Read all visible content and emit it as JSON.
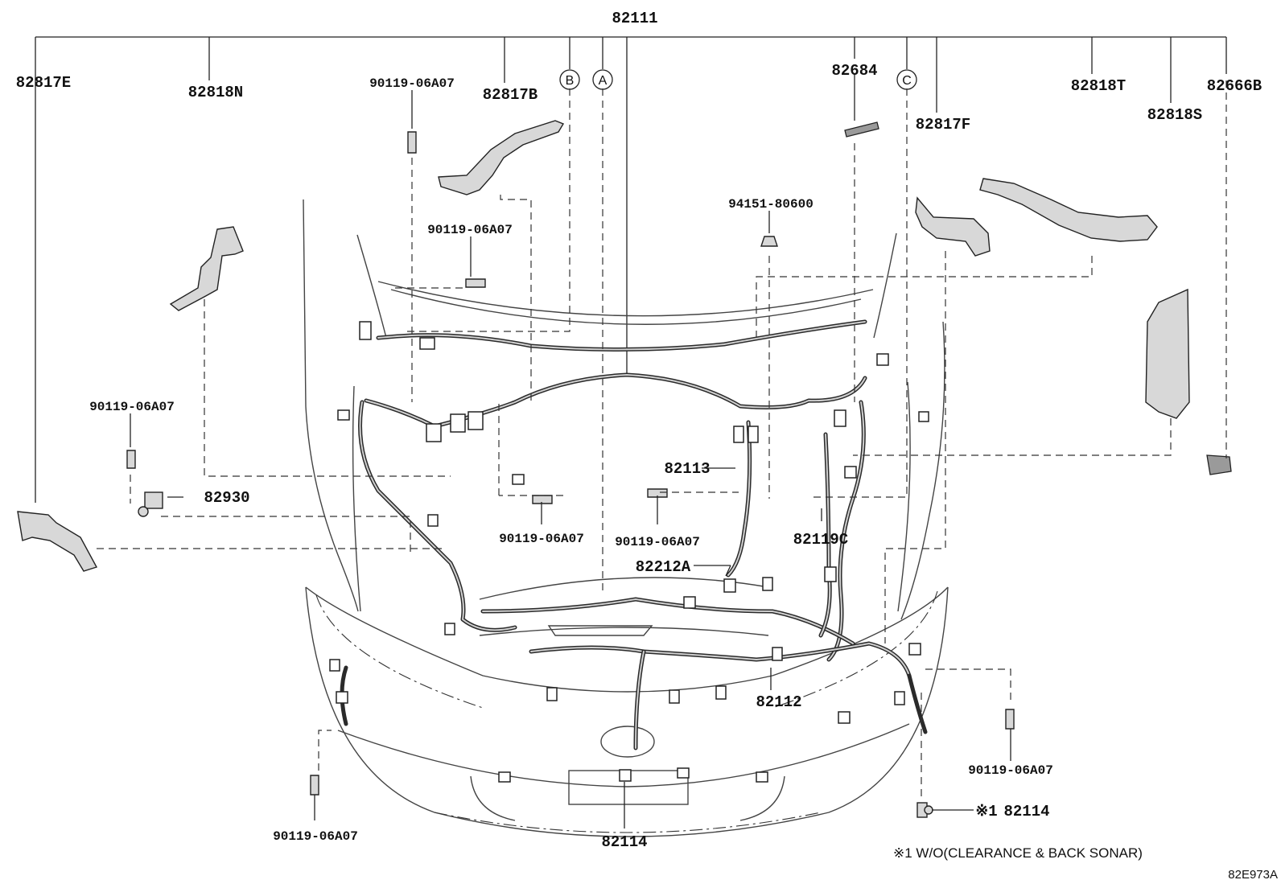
{
  "diagram_code": "82E973A",
  "footnote": "※1 W/O(CLEARANCE & BACK SONAR)",
  "labels": {
    "p82111": "82111",
    "p82817E": "82817E",
    "p82818N": "82818N",
    "bolt_top_left": "90119-06A07",
    "p82817B": "82817B",
    "circle_B": "B",
    "circle_A": "A",
    "p82684": "82684",
    "circle_C": "C",
    "p82817F": "82817F",
    "p82818T": "82818T",
    "p82666B": "82666B",
    "p82818S": "82818S",
    "bolt_center": "90119-06A07",
    "clip_94151": "94151-80600",
    "bolt_left": "90119-06A07",
    "p82930": "82930",
    "p82113": "82113",
    "bolt_mid_left": "90119-06A07",
    "bolt_mid_center": "90119-06A07",
    "p82119C": "82119C",
    "p82212A": "82212A",
    "p82112": "82112",
    "bolt_right": "90119-06A07",
    "note_mark": "※1",
    "p82114_right": "82114",
    "bolt_bottom_left": "90119-06A07",
    "p82114_bottom": "82114"
  }
}
